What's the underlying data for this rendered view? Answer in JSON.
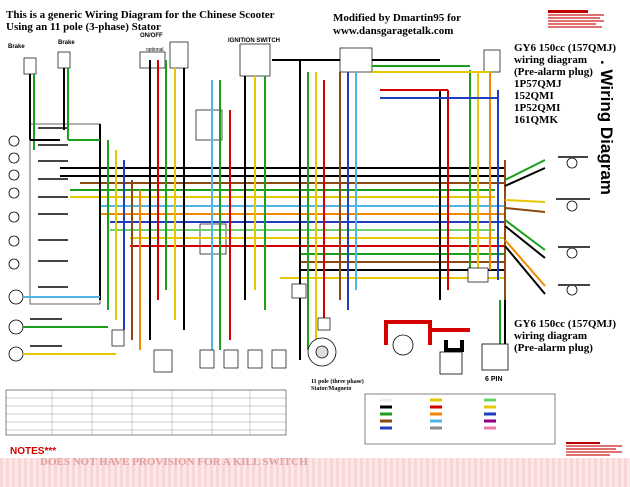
{
  "header": {
    "title_line1": "This is a generic Wiring Diagram for the Chinese Scooter",
    "title_line2": "Using an 11 pole (3-phase) Stator",
    "modified_by": "Modified by Dmartin95 for",
    "website": "www.dansgaragetalk.com"
  },
  "side_title": ". Wiring Diagram",
  "gy6_top": {
    "line1": "GY6 150cc (157QMJ)",
    "line2": "wiring diagram",
    "line3": "(Pre-alarm plug)",
    "line4": "1P57QMJ",
    "line5": "152QMI",
    "line6": "1P52QMI",
    "line7": "161QMK"
  },
  "gy6_bottom": {
    "line1": "GY6 150cc (157QMJ)",
    "line2": "wiring diagram",
    "line3": "(Pre-alarm plug)"
  },
  "labels": {
    "brake1": "Brake",
    "brake2": "Brake",
    "on_off": "ON/OFF",
    "optional": "optional",
    "ignition_switch": "IGNITION SWITCH",
    "stator_line1": "11 pole (three phase)",
    "stator_line2": "Stator/Magneto",
    "pins": "6 PIN",
    "notes": "NOTES***",
    "notes_body": "DOES NOT HAVE PROVISION FOR A KILL SWITCH"
  },
  "colors": {
    "black": "#000000",
    "red": "#d40000",
    "green": "#1aa01a",
    "yellow": "#e6c800",
    "blue": "#1f3fbf",
    "brown": "#8b4a12",
    "orange": "#f08a00",
    "white_green": "#6bd26b",
    "light_blue": "#4fb4e6",
    "gray": "#8a8a8a",
    "pink": "#e87aa8"
  }
}
